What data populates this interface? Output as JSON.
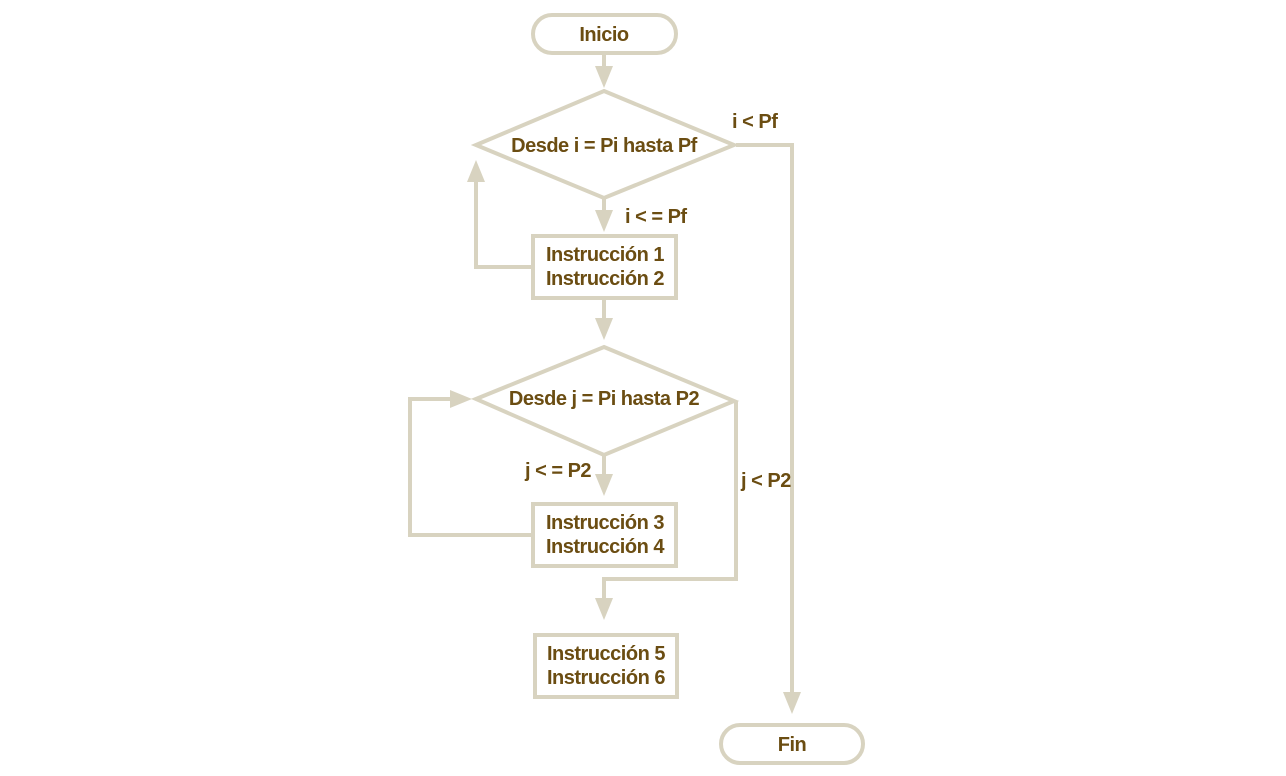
{
  "colors": {
    "stroke": "#d8d3c0",
    "text": "#6b4d12",
    "fill": "#ffffff"
  },
  "nodes": {
    "start": "Inicio",
    "loop_i": "Desde i = Pi hasta Pf",
    "block_1": {
      "line1": "Instrucción 1",
      "line2": "Instrucción 2"
    },
    "loop_j": "Desde j = Pi hasta P2",
    "block_2": {
      "line1": "Instrucción 3",
      "line2": "Instrucción 4"
    },
    "block_3": {
      "line1": "Instrucción 5",
      "line2": "Instrucción 6"
    },
    "end": "Fin"
  },
  "edges": {
    "i_exit": "i < Pf",
    "i_body": "i < = Pf",
    "j_body": "j < = P2",
    "j_exit": "j < P2"
  }
}
